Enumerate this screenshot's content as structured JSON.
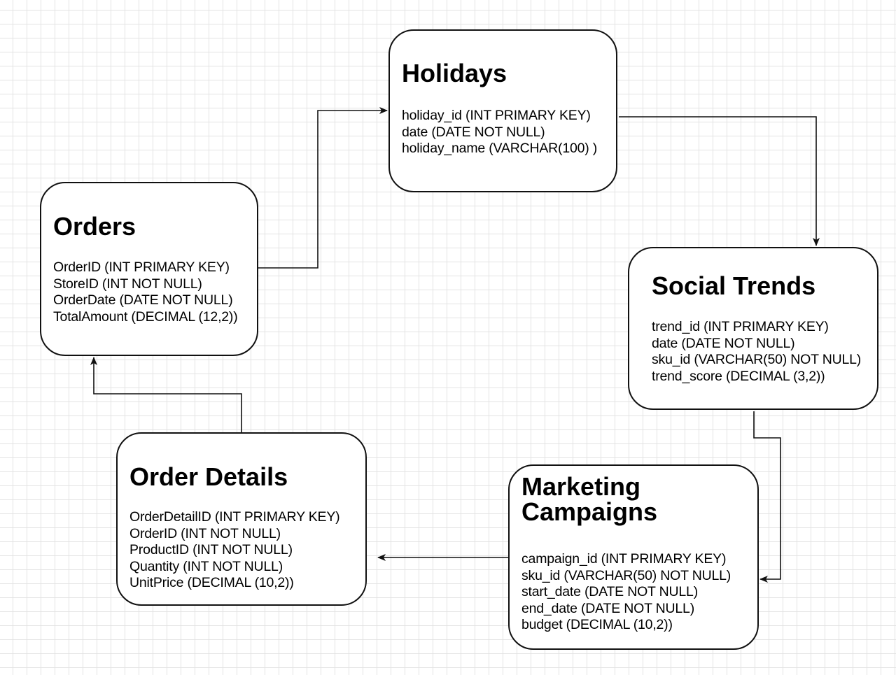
{
  "entities": {
    "holidays": {
      "title": "Holidays",
      "fields": [
        "holiday_id (INT PRIMARY KEY)",
        "date (DATE NOT NULL)",
        "holiday_name (VARCHAR(100) )"
      ]
    },
    "orders": {
      "title": "Orders",
      "fields": [
        "OrderID (INT PRIMARY KEY)",
        "StoreID (INT NOT NULL)",
        "OrderDate (DATE NOT NULL)",
        "TotalAmount (DECIMAL (12,2))"
      ]
    },
    "social_trends": {
      "title": "Social Trends",
      "fields": [
        "trend_id (INT PRIMARY KEY)",
        "date (DATE NOT NULL)",
        "sku_id (VARCHAR(50) NOT NULL)",
        "trend_score (DECIMAL (3,2))"
      ]
    },
    "order_details": {
      "title": "Order Details",
      "fields": [
        "OrderDetailID (INT PRIMARY KEY)",
        "OrderID (INT NOT NULL)",
        "ProductID (INT NOT NULL)",
        "Quantity (INT NOT NULL)",
        "UnitPrice (DECIMAL (10,2))"
      ]
    },
    "marketing_campaigns": {
      "title": "Marketing Campaigns",
      "fields": [
        "campaign_id (INT PRIMARY KEY)",
        "sku_id (VARCHAR(50) NOT NULL)",
        "start_date (DATE NOT NULL)",
        "end_date (DATE NOT NULL)",
        "budget (DECIMAL (10,2))"
      ]
    }
  },
  "connectors": [
    {
      "from": "orders",
      "to": "holidays"
    },
    {
      "from": "holidays",
      "to": "social_trends"
    },
    {
      "from": "social_trends",
      "to": "marketing_campaigns"
    },
    {
      "from": "marketing_campaigns",
      "to": "order_details"
    },
    {
      "from": "order_details",
      "to": "orders"
    }
  ],
  "colors": {
    "background": "#ffffff",
    "grid": "#e3e3e3",
    "stroke": "#111111",
    "text": "#000000"
  }
}
